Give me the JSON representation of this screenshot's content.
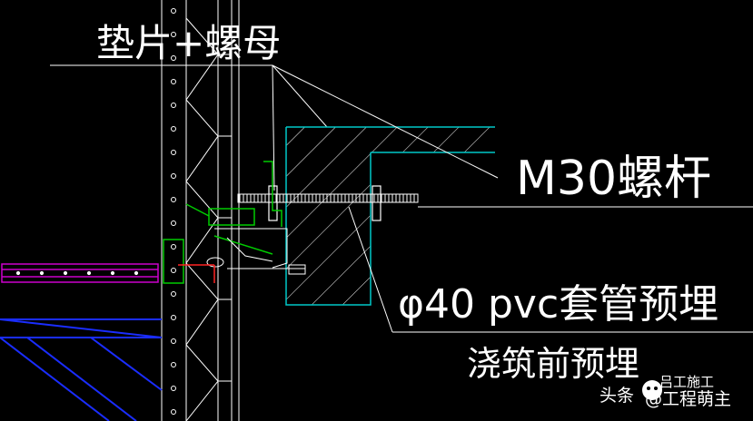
{
  "labels": {
    "washer_nut": "垫片+螺母",
    "bolt": "M30螺杆",
    "sleeve": "φ40 pvc套管预埋",
    "preembed": "浇筑前预埋"
  },
  "watermark": {
    "platform": "头条",
    "handle": "@工程萌主",
    "badge": "吕工施工"
  },
  "colors": {
    "background": "#000000",
    "concrete_outline": "#00c8c8",
    "rebar_hatch": "#ffffff",
    "bracket": "#00cc00",
    "scaffold_rail": "#cc00cc",
    "steel_frame": "#1a2dff",
    "red_detail": "#ff2222",
    "text": "#ffffff"
  }
}
